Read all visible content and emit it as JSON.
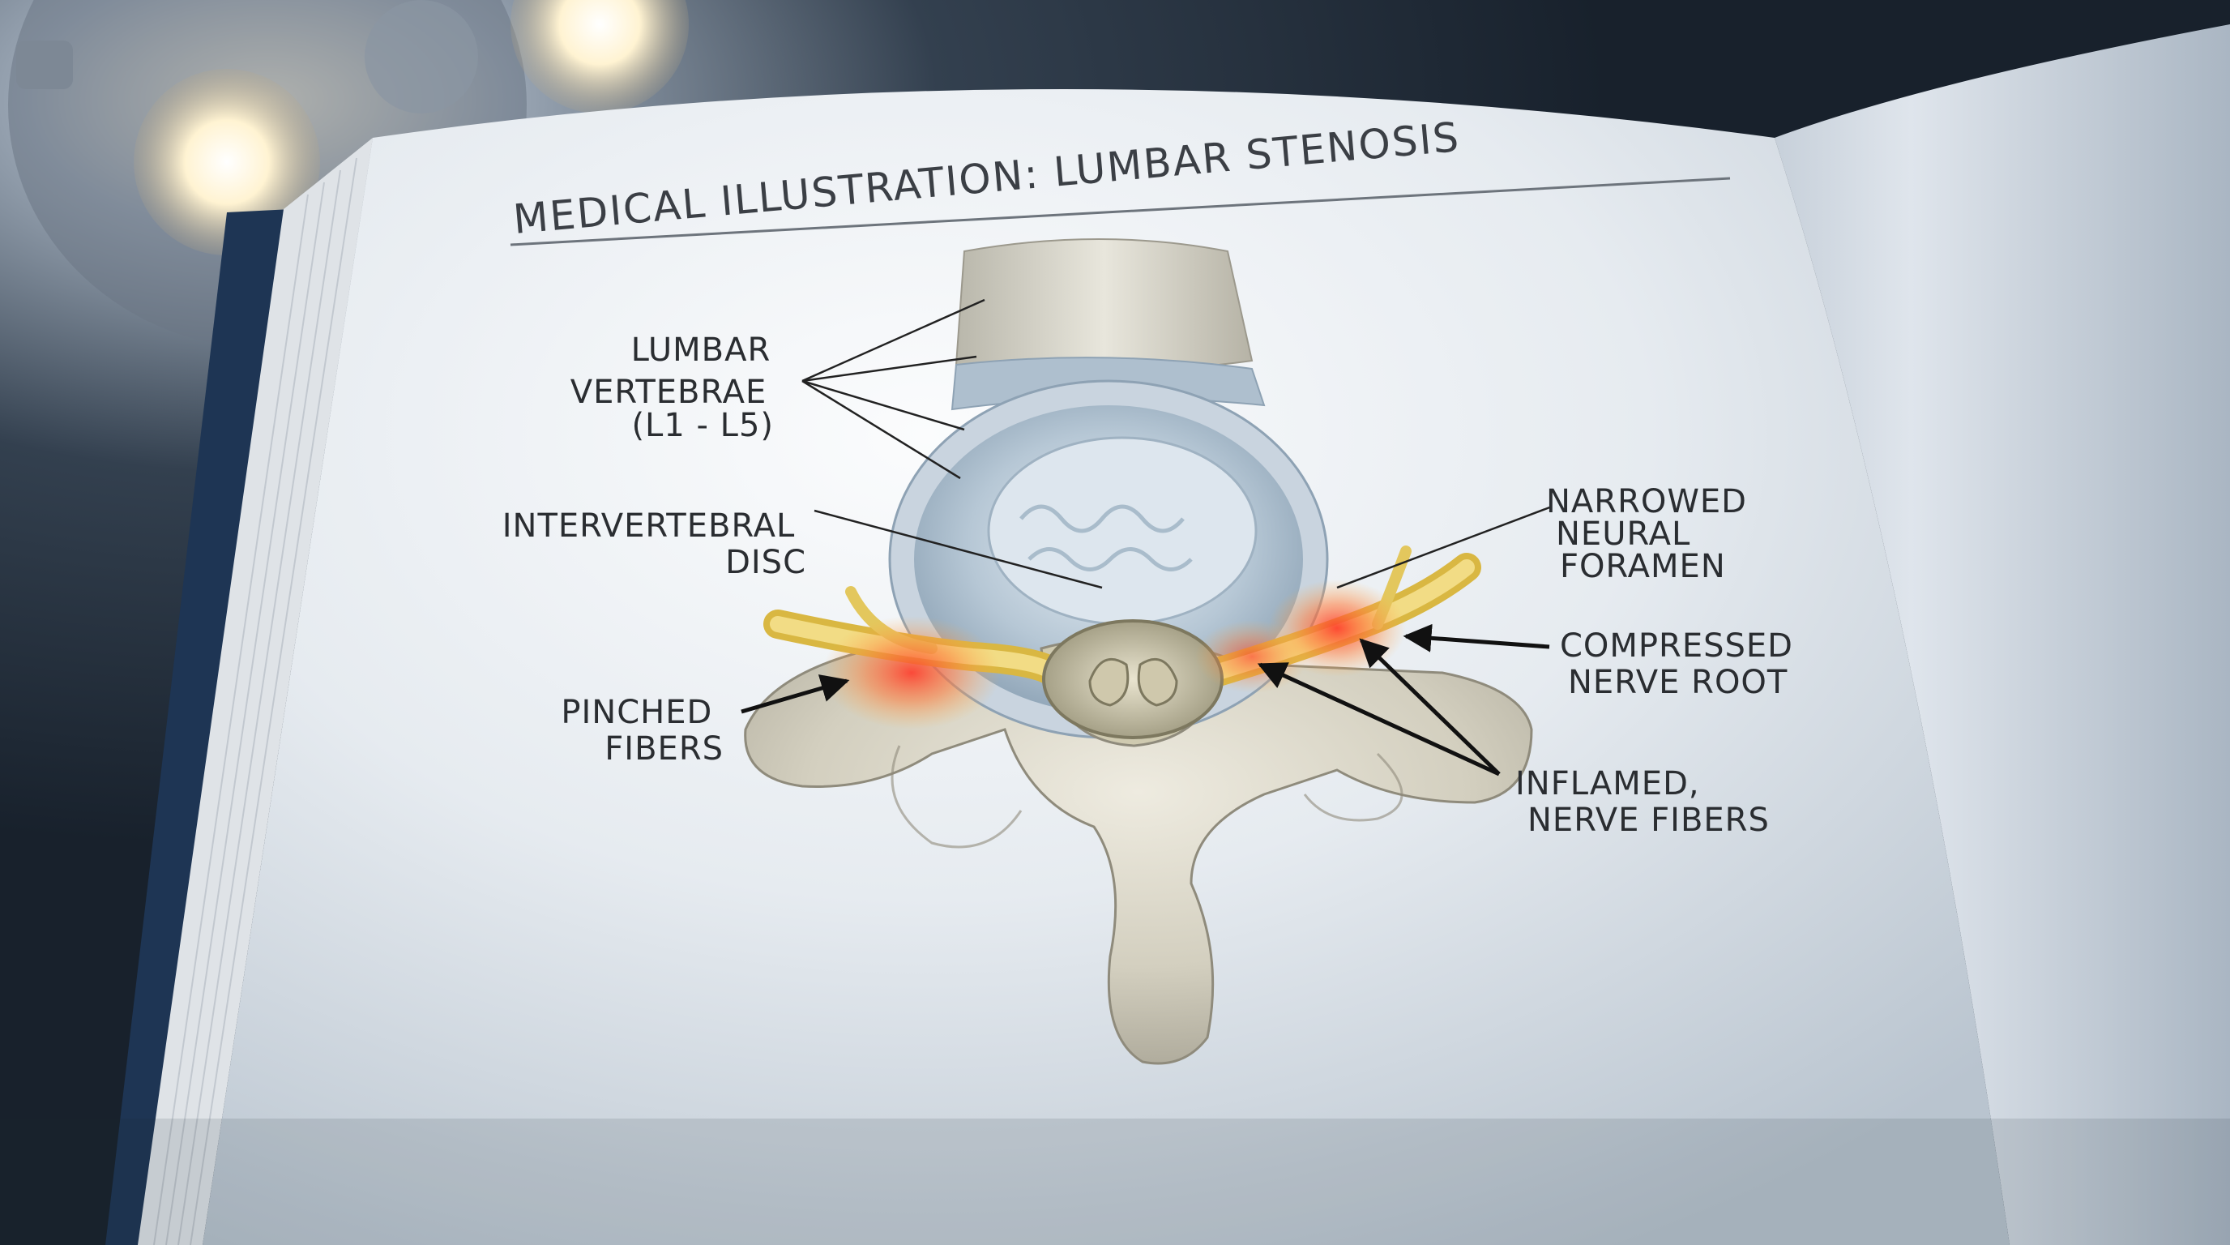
{
  "title": "MEDICAL ILLUSTRATION: LUMBAR STENOSIS",
  "labels": {
    "lumbar_vertebrae": [
      "LUMBAR",
      "VERTEBRAE",
      "(L1 - L5)"
    ],
    "intervertebral_disc": [
      "INTERVERTEBRAL",
      "DISC"
    ],
    "pinched_fibers": [
      "PINCHED",
      "FIBERS"
    ],
    "narrowed_neural_foramen": [
      "NARROWED",
      "NEURAL",
      "FORAMEN"
    ],
    "compressed_nerve_root": [
      "COMPRESSED",
      "NERVE ROOT"
    ],
    "inflamed_nerve_fibers": [
      "INFLAMED,",
      "NERVE FIBERS"
    ]
  },
  "colors": {
    "page": "#eef1f4",
    "bone": "#d8d4c4",
    "disc": "#a9bccb",
    "nerve": "#e6c85a",
    "inflammation": "#e8523a",
    "background": "#1c2633"
  }
}
